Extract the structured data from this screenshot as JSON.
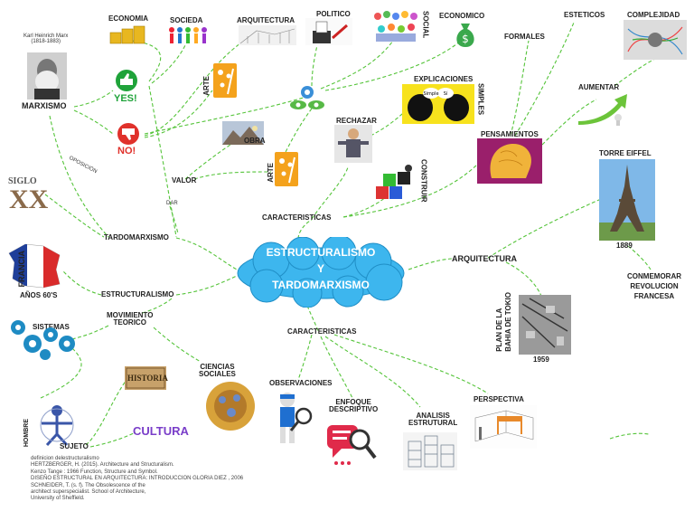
{
  "center": {
    "line1": "ESTRUCTURALISMO",
    "line2": "Y",
    "line3": "TARDOMARXISMO"
  },
  "nodes": {
    "economia": "ECONOMIA",
    "sociedad": "SOCIEDA",
    "arquitectura_top": "ARQUITECTURA",
    "politico": "POLITICO",
    "social": "SOCIAL",
    "economico": "ECONOMICO",
    "esteticos": "ESTETICOS",
    "complejidad": "COMPLEJIDAD",
    "formales": "FORMALES",
    "aumentar": "AUMENTAR",
    "explicaciones": "EXPLICACIONES",
    "simples": "SIMPLES",
    "rechazar": "RECHAZAR",
    "pensamientos": "PENSAMIENTOS",
    "construir": "CONSTRUIR",
    "arte1": "ARTE",
    "obra": "OBRA",
    "arte2": "ARTE",
    "valor": "VALOR",
    "dar": "DAR",
    "caracteristicas_top": "CARACTERISTICAS",
    "torre_eiffel": "TORRE EIFFEL",
    "year_1889": "1889",
    "conmemorar": [
      "CONMEMORAR",
      "REVOLUCION",
      "FRANCESA"
    ],
    "arquitectura_right": "ARQUITECTURA",
    "plan_bahia": [
      "PLAN DE LA",
      "BAHIA DE TOKIO"
    ],
    "year_1959": "1959",
    "karl": [
      "Karl Heinrich Marx",
      "(1818-1883)"
    ],
    "marxismo": "MARXISMO",
    "yes": "YES!",
    "no": "NO!",
    "oposicion": "OPOSICIÓN",
    "siglo": "SIGLO",
    "xx": "XX",
    "tardomarxismo": "TARDOMARXISMO",
    "francia": "FRANCIA",
    "anos60": "AÑOS 60'S",
    "estructuralismo": "ESTRUCTURALISMO",
    "movimiento": [
      "MOVIMIENTO",
      "TEORICO"
    ],
    "sistemas": "SISTEMAS",
    "ciencias": [
      "CIENCIAS",
      "SOCIALES"
    ],
    "historia": "HISTORIA",
    "cultura": "CULTURA",
    "hombre": "HOMBRE",
    "sujeto": "SUJETO",
    "caracteristicas_bottom": "CARACTERISTICAS",
    "observaciones": "OBSERVACIONES",
    "enfoque": [
      "ENFOQUE",
      "DESCRIPTIVO"
    ],
    "analisis": [
      "ANALISIS",
      "ESTRUTURAL"
    ],
    "perspectiva": "PERSPECTIVA",
    "bubble1": "Simple",
    "bubble2": "Sí"
  },
  "references": [
    "definicion delestructuralismo",
    "HERTZBERGER, H. (2015). Architecture and Structuralism.",
    " Kenzo Tange : 1966 Function, Structure and Symbol.",
    "DISEÑO ESTRUCTURAL EN ARQUITECTURA: INTRODUCCION GLORIA DIEZ , 2006",
    "SCHNEIDER, T. (s. f). The Obsolescence of the",
    "architect superspecialist. School of Architecture,",
    "University of Sheffield."
  ],
  "colors": {
    "cloud": "#3db6ee",
    "connector": "#55c43a",
    "yes": "#1fa33a",
    "no": "#e0312b",
    "art": "#f4a21c"
  }
}
